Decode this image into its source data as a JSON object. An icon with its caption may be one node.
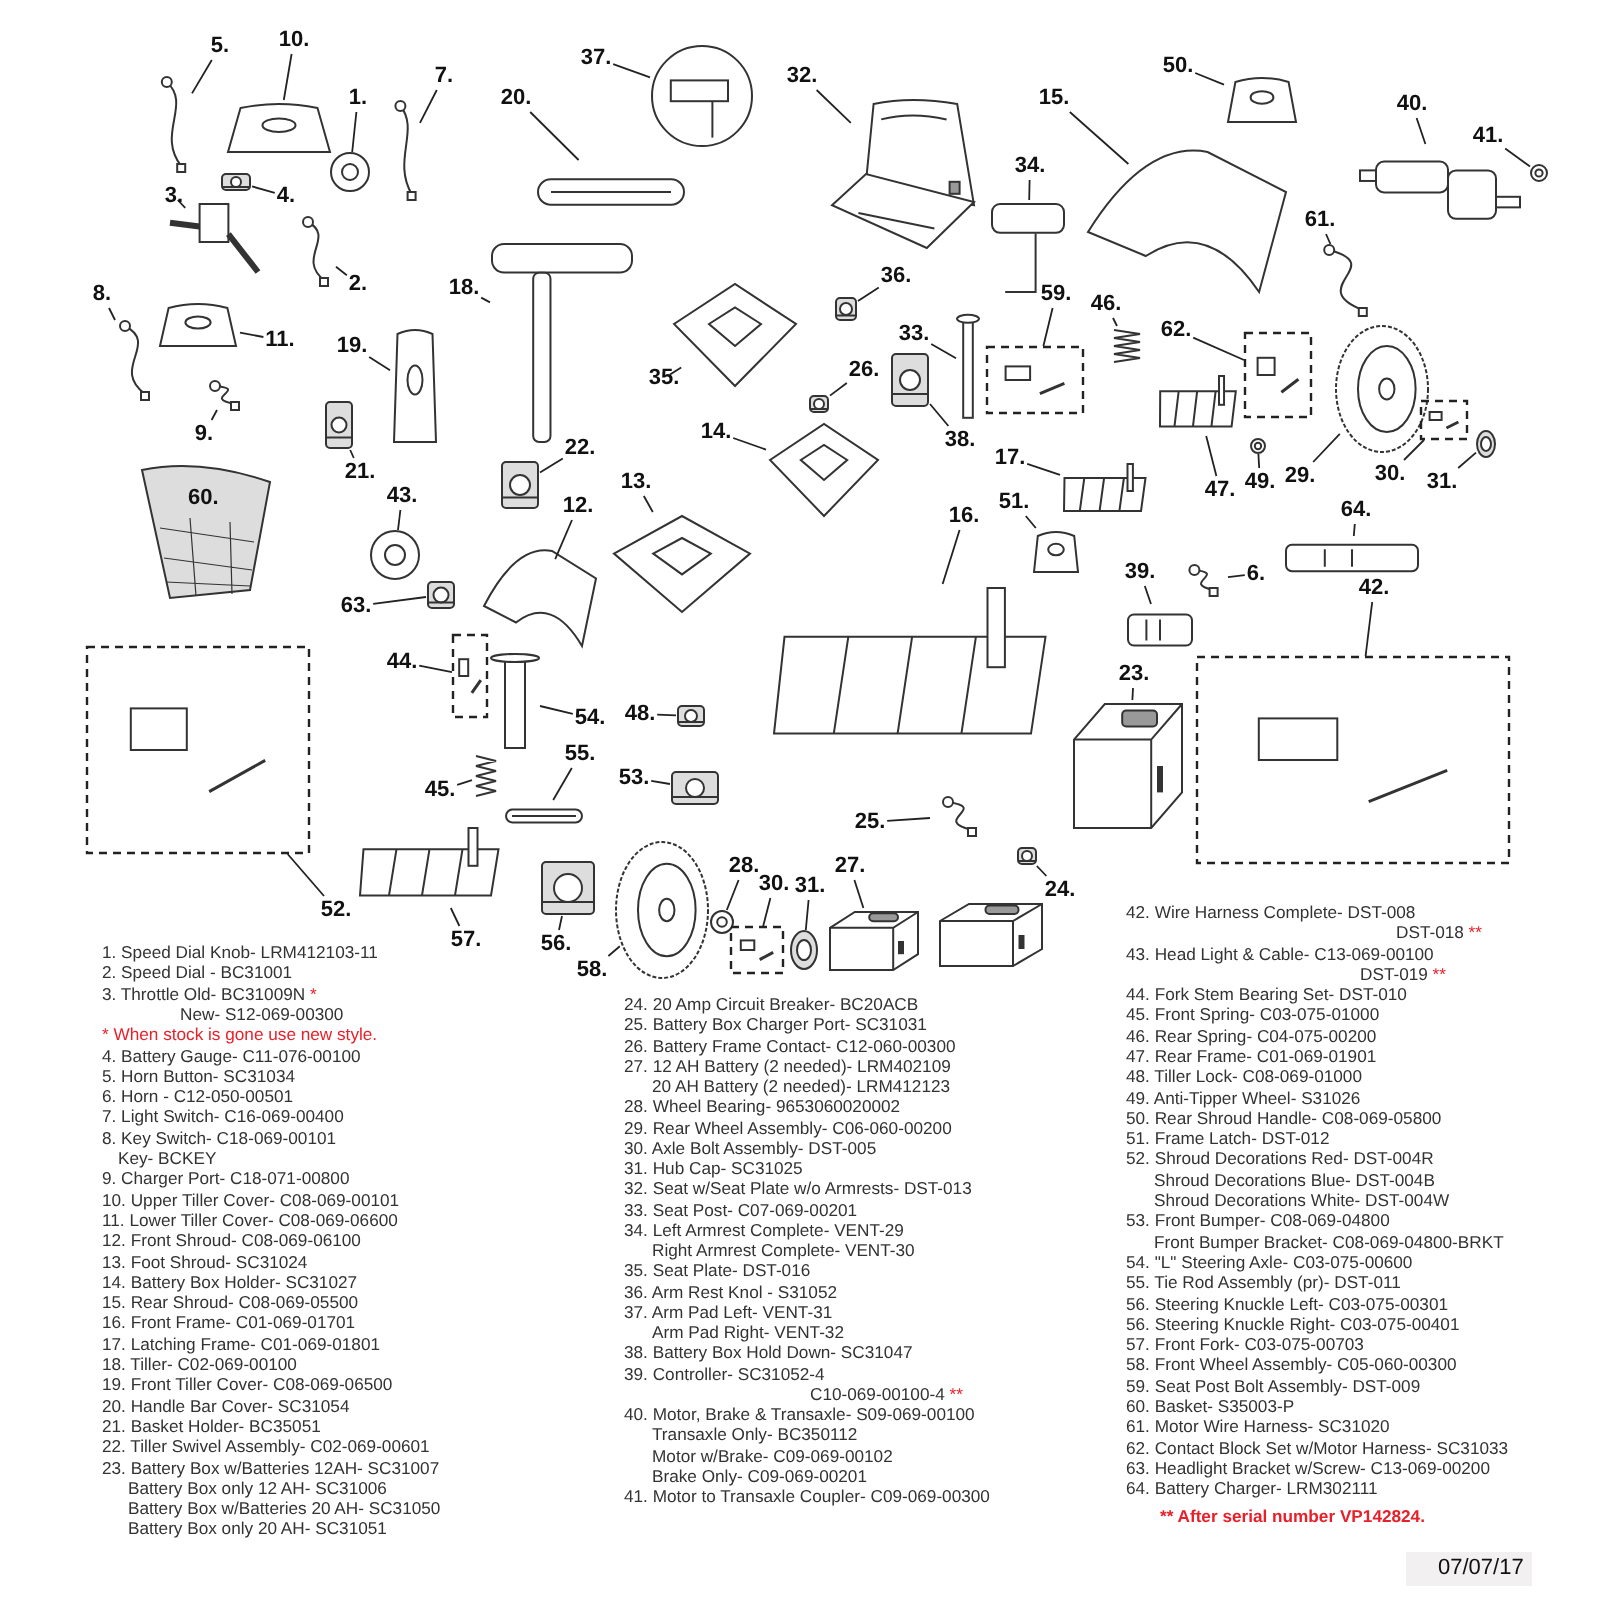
{
  "diagram": {
    "nodes": [
      {
        "text": [
          "10."
        ]
      },
      {
        "text": [],
        "shape": "picture"
      },
      {
        "text": [
          "5."
        ]
      },
      {
        "text": [],
        "shape": "picture"
      },
      {
        "text": [
          "37."
        ]
      },
      {
        "text": [],
        "shape": "picture"
      },
      {
        "text": [
          "50."
        ]
      },
      {
        "text": [],
        "shape": "picture"
      },
      {
        "text": [
          "7."
        ]
      },
      {
        "text": [],
        "shape": "picture"
      },
      {
        "text": [
          "32."
        ]
      },
      {
        "text": [],
        "shape": "picture"
      },
      {
        "text": [
          "1."
        ]
      },
      {
        "text": [],
        "shape": "picture"
      },
      {
        "text": [
          "15."
        ]
      },
      {
        "text": [],
        "shape": "picture"
      },
      {
        "text": [
          "20."
        ]
      },
      {
        "text": [],
        "shape": "picture"
      },
      {
        "text": [
          "40."
        ]
      },
      {
        "text": [],
        "shape": "picture"
      },
      {
        "text": [
          "41."
        ]
      },
      {
        "text": [],
        "shape": "picture"
      },
      {
        "text": [
          "34."
        ]
      },
      {
        "text": [],
        "shape": "picture"
      },
      {
        "text": [
          "3."
        ]
      },
      {
        "text": [],
        "shape": "picture"
      },
      {
        "text": [
          "4."
        ]
      },
      {
        "text": [],
        "shape": "picture"
      },
      {
        "text": [
          "61."
        ]
      },
      {
        "text": [],
        "shape": "picture"
      },
      {
        "text": [
          "36."
        ]
      },
      {
        "text": [],
        "shape": "picture"
      },
      {
        "text": [
          "2."
        ]
      },
      {
        "text": [],
        "shape": "picture"
      },
      {
        "text": [
          "18."
        ]
      },
      {
        "text": [],
        "shape": "picture"
      },
      {
        "text": [
          "8."
        ]
      },
      {
        "text": [],
        "shape": "picture"
      },
      {
        "text": [
          "59."
        ]
      },
      {
        "text": [],
        "shape": "box"
      },
      {
        "text": [
          "46."
        ]
      },
      {
        "text": [],
        "shape": "picture"
      },
      {
        "text": [
          "33."
        ]
      },
      {
        "text": [],
        "shape": "picture"
      },
      {
        "text": [
          "62."
        ]
      },
      {
        "text": [],
        "shape": "box"
      },
      {
        "text": [
          "11."
        ]
      },
      {
        "text": [],
        "shape": "picture"
      },
      {
        "text": [
          "19."
        ]
      },
      {
        "text": [],
        "shape": "picture"
      },
      {
        "text": [
          "26."
        ]
      },
      {
        "text": [],
        "shape": "picture"
      },
      {
        "text": [
          "35."
        ]
      },
      {
        "text": [],
        "shape": "picture"
      },
      {
        "text": [
          "38."
        ]
      },
      {
        "text": [],
        "shape": "picture"
      },
      {
        "text": [
          "14."
        ]
      },
      {
        "text": [],
        "shape": "picture"
      },
      {
        "text": [
          "9."
        ]
      },
      {
        "text": [],
        "shape": "picture"
      },
      {
        "text": [
          "22."
        ]
      },
      {
        "text": [],
        "shape": "picture"
      },
      {
        "text": [
          "29."
        ]
      },
      {
        "text": [],
        "shape": "picture"
      },
      {
        "text": [
          "17."
        ]
      },
      {
        "text": [],
        "shape": "picture"
      },
      {
        "text": [
          "21."
        ]
      },
      {
        "text": [],
        "shape": "picture"
      },
      {
        "text": [
          "30."
        ]
      },
      {
        "text": [],
        "shape": "box"
      },
      {
        "text": [
          "13."
        ]
      },
      {
        "text": [],
        "shape": "picture"
      },
      {
        "text": [
          "31."
        ]
      },
      {
        "text": [],
        "shape": "picture"
      },
      {
        "text": [
          "49."
        ]
      },
      {
        "text": [],
        "shape": "picture"
      },
      {
        "text": [
          "47."
        ]
      },
      {
        "text": [],
        "shape": "picture"
      },
      {
        "text": [
          "43."
        ]
      },
      {
        "text": [],
        "shape": "picture"
      },
      {
        "text": [
          "51."
        ]
      },
      {
        "text": [],
        "shape": "picture"
      },
      {
        "text": [
          "12."
        ]
      },
      {
        "text": [],
        "shape": "picture"
      },
      {
        "text": [
          "64."
        ]
      },
      {
        "text": [],
        "shape": "picture"
      },
      {
        "text": [
          "16."
        ]
      },
      {
        "text": [],
        "shape": "picture"
      },
      {
        "text": [
          "39."
        ]
      },
      {
        "text": [],
        "shape": "picture"
      },
      {
        "text": [
          "6."
        ]
      },
      {
        "text": [],
        "shape": "picture"
      },
      {
        "text": [
          "42."
        ]
      },
      {
        "text": [],
        "shape": "box"
      },
      {
        "text": [
          "63."
        ]
      },
      {
        "text": [],
        "shape": "picture"
      },
      {
        "text": [
          "44."
        ]
      },
      {
        "text": [],
        "shape": "box"
      },
      {
        "text": [
          "23."
        ]
      },
      {
        "text": [],
        "shape": "picture"
      },
      {
        "text": [
          "48."
        ]
      },
      {
        "text": [],
        "shape": "picture"
      },
      {
        "text": [
          "54."
        ]
      },
      {
        "text": [],
        "shape": "picture"
      },
      {
        "text": [
          "55."
        ]
      },
      {
        "text": [],
        "shape": "picture"
      },
      {
        "text": [
          "53."
        ]
      },
      {
        "text": [],
        "shape": "picture"
      },
      {
        "text": [
          "45."
        ]
      },
      {
        "text": [],
        "shape": "picture"
      },
      {
        "text": [
          "25."
        ]
      },
      {
        "text": [],
        "shape": "picture"
      },
      {
        "text": [
          "28."
        ]
      },
      {
        "text": [],
        "shape": "picture"
      },
      {
        "text": [
          "30."
        ]
      },
      {
        "text": [],
        "shape": "box"
      },
      {
        "text": [
          "31."
        ]
      },
      {
        "text": [],
        "shape": "picture"
      },
      {
        "text": [
          "27."
        ]
      },
      {
        "text": [],
        "shape": "picture"
      },
      {
        "text": [
          "24."
        ]
      },
      {
        "text": [],
        "shape": "picture"
      },
      {
        "text": [
          "52."
        ]
      },
      {
        "text": [],
        "shape": "box"
      },
      {
        "text": [
          "57."
        ]
      },
      {
        "text": [],
        "shape": "picture"
      },
      {
        "text": [
          "56."
        ]
      },
      {
        "text": [],
        "shape": "picture"
      },
      {
        "text": [
          "58."
        ]
      },
      {
        "text": [],
        "shape": "picture"
      }
    ],
    "edges": [
      {
        "from": 0,
        "to": 1,
        "arrow": "none"
      },
      {
        "from": 2,
        "to": 3,
        "arrow": "none"
      },
      {
        "from": 4,
        "to": 5,
        "arrow": "none"
      },
      {
        "from": 6,
        "to": 7,
        "arrow": "none"
      },
      {
        "from": 8,
        "to": 9,
        "arrow": "none"
      },
      {
        "from": 10,
        "to": 11,
        "arrow": "none"
      },
      {
        "from": 12,
        "to": 13,
        "arrow": "none"
      },
      {
        "from": 14,
        "to": 15,
        "arrow": "none"
      },
      {
        "from": 16,
        "to": 17,
        "arrow": "none"
      },
      {
        "from": 18,
        "to": 19,
        "arrow": "none"
      },
      {
        "from": 20,
        "to": 21,
        "arrow": "none"
      },
      {
        "from": 22,
        "to": 23,
        "arrow": "none"
      },
      {
        "from": 24,
        "to": 25,
        "arrow": "none"
      },
      {
        "from": 26,
        "to": 27,
        "arrow": "none"
      },
      {
        "from": 28,
        "to": 29,
        "arrow": "none"
      },
      {
        "from": 30,
        "to": 31,
        "arrow": "none"
      },
      {
        "from": 32,
        "to": 33,
        "arrow": "none"
      },
      {
        "from": 34,
        "to": 35,
        "arrow": "none"
      },
      {
        "from": 36,
        "to": 37,
        "arrow": "none"
      },
      {
        "from": 38,
        "to": 39,
        "arrow": "none"
      },
      {
        "from": 40,
        "to": 41,
        "arrow": "none"
      },
      {
        "from": 42,
        "to": 43,
        "arrow": "none"
      },
      {
        "from": 44,
        "to": 45,
        "arrow": "none"
      },
      {
        "from": 46,
        "to": 47,
        "arrow": "none"
      },
      {
        "from": 48,
        "to": 49,
        "arrow": "none"
      },
      {
        "from": 50,
        "to": 51,
        "arrow": "none"
      },
      {
        "from": 52,
        "to": 53,
        "arrow": "none"
      },
      {
        "from": 54,
        "to": 55,
        "arrow": "none"
      },
      {
        "from": 56,
        "to": 57,
        "arrow": "none"
      },
      {
        "from": 58,
        "to": 59,
        "arrow": "none"
      },
      {
        "from": 60,
        "to": 61,
        "arrow": "none"
      },
      {
        "from": 62,
        "to": 63,
        "arrow": "none"
      },
      {
        "from": 64,
        "to": 65,
        "arrow": "none"
      },
      {
        "from": 66,
        "to": 67,
        "arrow": "none"
      },
      {
        "from": 68,
        "to": 69,
        "arrow": "none"
      },
      {
        "from": 70,
        "to": 71,
        "arrow": "none"
      },
      {
        "from": 72,
        "to": 73,
        "arrow": "none"
      },
      {
        "from": 74,
        "to": 75,
        "arrow": "none"
      },
      {
        "from": 76,
        "to": 77,
        "arrow": "none"
      },
      {
        "from": 78,
        "to": 79,
        "arrow": "none"
      },
      {
        "from": 80,
        "to": 81,
        "arrow": "none"
      },
      {
        "from": 82,
        "to": 83,
        "arrow": "none"
      },
      {
        "from": 84,
        "to": 85,
        "arrow": "none"
      },
      {
        "from": 86,
        "to": 87,
        "arrow": "none"
      },
      {
        "from": 88,
        "to": 89,
        "arrow": "none"
      },
      {
        "from": 90,
        "to": 91,
        "arrow": "none"
      },
      {
        "from": 92,
        "to": 93,
        "arrow": "none"
      },
      {
        "from": 94,
        "to": 95,
        "arrow": "none"
      },
      {
        "from": 96,
        "to": 97,
        "arrow": "none"
      },
      {
        "from": 98,
        "to": 99,
        "arrow": "none"
      },
      {
        "from": 100,
        "to": 101,
        "arrow": "none"
      },
      {
        "from": 102,
        "to": 103,
        "arrow": "none"
      },
      {
        "from": 104,
        "to": 105,
        "arrow": "none"
      },
      {
        "from": 106,
        "to": 107,
        "arrow": "none"
      },
      {
        "from": 108,
        "to": 109,
        "arrow": "none"
      },
      {
        "from": 110,
        "to": 111,
        "arrow": "none"
      },
      {
        "from": 112,
        "to": 113,
        "arrow": "none"
      },
      {
        "from": 114,
        "to": 115,
        "arrow": "none"
      },
      {
        "from": 116,
        "to": 117,
        "arrow": "none"
      },
      {
        "from": 118,
        "to": 119,
        "arrow": "none"
      },
      {
        "from": 120,
        "to": 121,
        "arrow": "none"
      },
      {
        "from": 122,
        "to": 123,
        "arrow": "none"
      },
      {
        "from": 124,
        "to": 125,
        "arrow": "none"
      },
      {
        "from": 126,
        "to": 127,
        "arrow": "none"
      },
      {
        "from": 128,
        "to": 129,
        "arrow": "none"
      }
    ],
    "labels": [
      "60.",
      "1. Speed Dial Knob- LRM412103-11",
      "2. Speed Dial - BC31001",
      "3. Throttle Old- BC31009N *",
      "New- S12-069-00300",
      "* When stock is gone use new style.",
      "4. Battery Gauge- C11-076-00100",
      "5. Horn Button- SC31034",
      "6. Horn - C12-050-00501",
      "7. Light Switch- C16-069-00400",
      "8. Key Switch- C18-069-00101",
      "Key- BCKEY",
      "9. Charger Port- C18-071-00800",
      "10. Upper Tiller Cover- C08-069-00101",
      "11. Lower Tiller Cover- C08-069-06600",
      "12. Front Shroud- C08-069-06100",
      "13. Foot Shroud- SC31024",
      "14. Battery Box Holder- SC31027",
      "15. Rear Shroud- C08-069-05500",
      "16. Front Frame- C01-069-01701",
      "17. Latching Frame- C01-069-01801",
      "18. Tiller- C02-069-00100",
      "19. Front Tiller Cover- C08-069-06500",
      "20. Handle Bar Cover- SC31054",
      "21. Basket Holder- BC35051",
      "22. Tiller Swivel Assembly- C02-069-00601",
      "23. Battery Box w/Batteries 12AH- SC31007",
      "Battery Box only 12 AH- SC31006",
      "Battery Box w/Batteries 20 AH- SC31050",
      "Battery Box only 20 AH- SC31051",
      "24. 20 Amp Circuit Breaker- BC20ACB",
      "25. Battery Box Charger Port- SC31031",
      "26. Battery Frame Contact- C12-060-00300",
      "27. 12 AH Battery (2 needed)- LRM402109",
      "20 AH Battery (2 needed)- LRM412123",
      "28. Wheel Bearing- 9653060020002",
      "29. Rear Wheel Assembly- C06-060-00200",
      "30. Axle Bolt Assembly- DST-005",
      "31. Hub Cap- SC31025",
      "32. Seat w/Seat Plate w/o Armrests- DST-013",
      "33. Seat Post- C07-069-00201",
      "34. Left Armrest Complete- VENT-29",
      "Right Armrest Complete- VENT-30",
      "35. Seat Plate- DST-016",
      "36. Arm Rest Knol - S31052",
      "37. Arm Pad Left- VENT-31",
      "Arm Pad Right- VENT-32",
      "38. Battery Box Hold Down- SC31047",
      "39. Controller- SC31052-4",
      "C10-069-00100-4 **",
      "40. Motor, Brake & Transaxle- S09-069-00100",
      "Transaxle Only- BC350112",
      "Motor w/Brake- C09-069-00102",
      "Brake Only- C09-069-00201",
      "41. Motor to Transaxle Coupler- C09-069-00300",
      "42. Wire Harness Complete- DST-008",
      "DST-018 **",
      "43. Head Light & Cable- C13-069-00100",
      "DST-019 **",
      "44. Fork Stem Bearing Set- DST-010",
      "45. Front Spring- C03-075-01000",
      "46. Rear Spring- C04-075-00200",
      "47. Rear Frame- C01-069-01901",
      "48. Tiller Lock- C08-069-01000",
      "49. Anti-Tipper Wheel- S31026",
      "50. Rear Shroud Handle- C08-069-05800",
      "51. Frame Latch- DST-012",
      "52. Shroud Decorations Red- DST-004R",
      "Shroud Decorations Blue- DST-004B",
      "Shroud Decorations White- DST-004W",
      "53. Front Bumper- C08-069-04800",
      "Front Bumper Bracket- C08-069-04800-BRKT",
      "54. \"L\" Steering Axle- C03-075-00600",
      "55. Tie Rod Assembly (pr)- DST-011",
      "56. Steering Knuckle Left- C03-075-00301",
      "56. Steering Knuckle Right- C03-075-00401",
      "57. Front Fork- C03-075-00703",
      "58. Front Wheel Assembly- C05-060-00300",
      "59. Seat Post Bolt Assembly- DST-009",
      "60. Basket- S35003-P",
      "61. Motor Wire Harness- SC31020",
      "62. Contact Block Set w/Motor Harness- SC31033",
      "63. Headlight Bracket w/Screw- C13-069-00200",
      "64. Battery Charger- LRM302111",
      "** After serial number VP142824.",
      "07/07/17"
    ]
  }
}
